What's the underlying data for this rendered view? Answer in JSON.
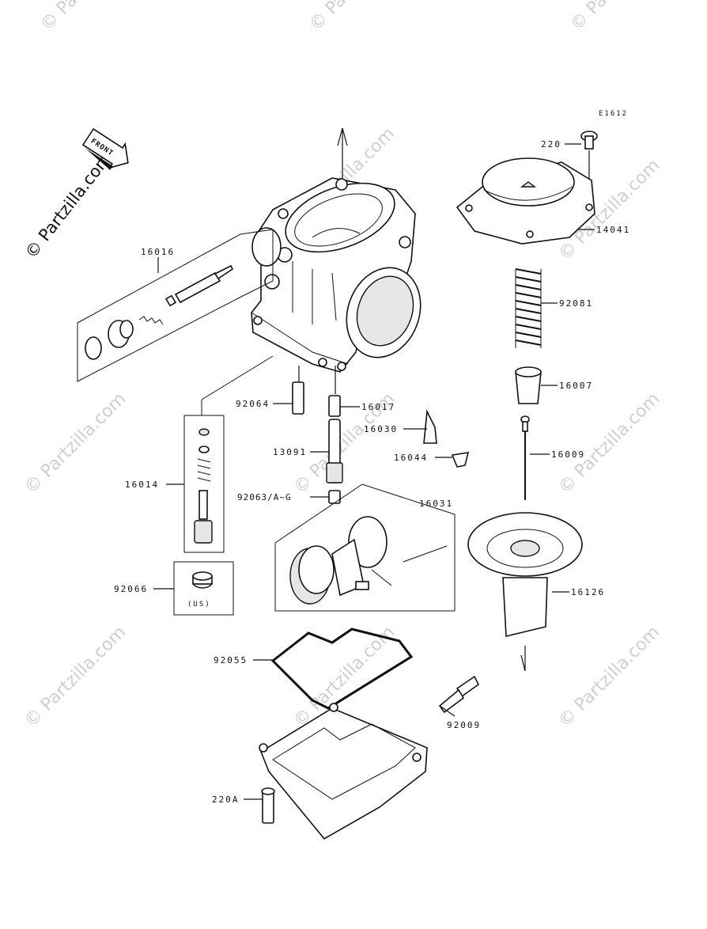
{
  "diagram_code": "E1612",
  "front_arrow": "FRONT",
  "region_tag": "(US)",
  "watermark_text": "© Partzilla.com",
  "parts": {
    "p220": "220",
    "p14041": "14041",
    "p92081": "92081",
    "p16007": "16007",
    "p16009": "16009",
    "p16126": "16126",
    "p16016": "16016",
    "p92064": "92064",
    "p16017": "16017",
    "p16030": "16030",
    "p16044": "16044",
    "p13091": "13091",
    "p92063": "92063/A~G",
    "p16031": "16031",
    "p16014": "16014",
    "p92066": "92066",
    "p92055": "92055",
    "p92009": "92009",
    "p220A": "220A"
  },
  "colors": {
    "line": "#111111",
    "watermark": "#cfcfcf",
    "background": "#ffffff"
  }
}
